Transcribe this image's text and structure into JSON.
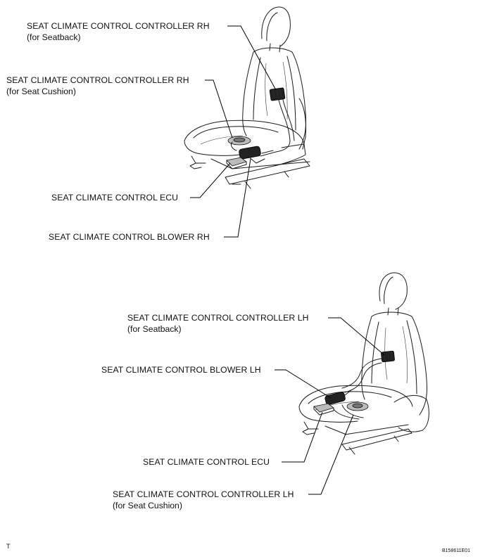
{
  "rh": {
    "controller_seatback": "SEAT CLIMATE CONTROL CONTROLLER RH",
    "controller_seatback_sub": "(for Seatback)",
    "controller_cushion": "SEAT CLIMATE CONTROL CONTROLLER RH",
    "controller_cushion_sub": "(for Seat Cushion)",
    "ecu": "SEAT CLIMATE CONTROL ECU",
    "blower": "SEAT CLIMATE CONTROL BLOWER RH"
  },
  "lh": {
    "controller_seatback": "SEAT CLIMATE CONTROL CONTROLLER LH",
    "controller_seatback_sub": "(for Seatback)",
    "blower": "SEAT CLIMATE CONTROL BLOWER LH",
    "ecu": "SEAT CLIMATE CONTROL ECU",
    "controller_cushion": "SEAT CLIMATE CONTROL CONTROLLER LH",
    "controller_cushion_sub": "(for Seat Cushion)"
  },
  "footer": {
    "left_mark": "T",
    "figure_code": "B158611E01"
  }
}
